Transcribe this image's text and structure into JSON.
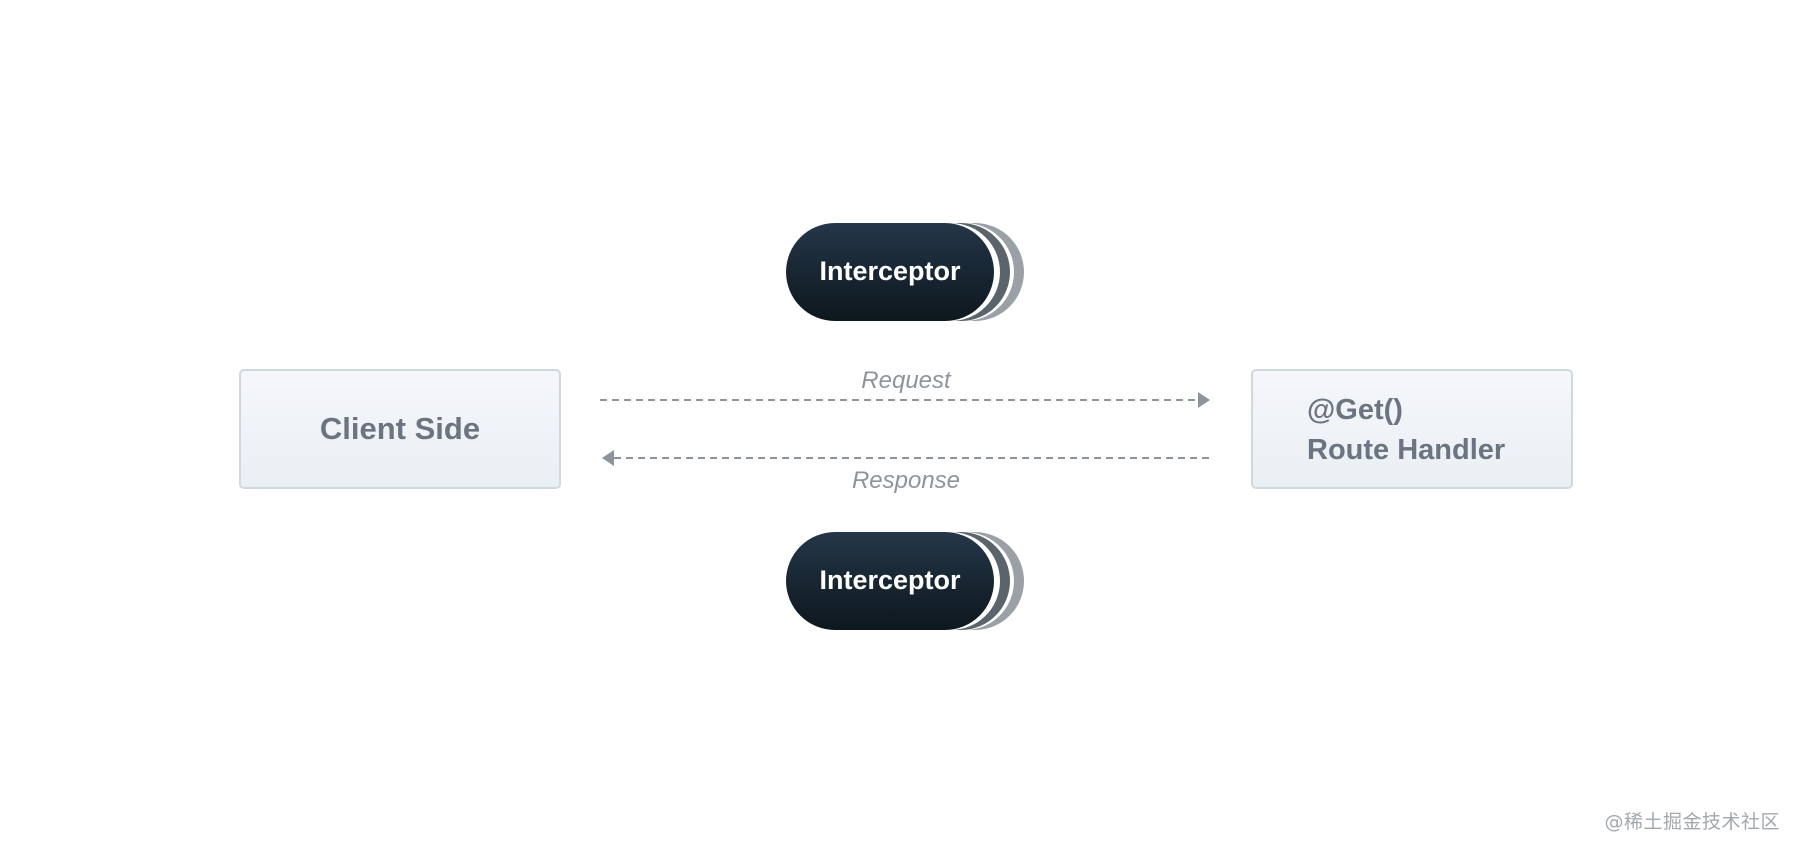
{
  "diagram": {
    "client_box": {
      "label": "Client Side"
    },
    "handler_box": {
      "line1": "@Get()",
      "line2": "Route Handler"
    },
    "request_arrow": {
      "label": "Request"
    },
    "response_arrow": {
      "label": "Response"
    },
    "interceptor_top": {
      "label": "Interceptor"
    },
    "interceptor_bottom": {
      "label": "Interceptor"
    }
  },
  "watermark": {
    "text": "@稀土掘金技术社区"
  },
  "colors": {
    "box_fill_top": "#f5f7fa",
    "box_fill_bottom": "#eaeff4",
    "box_border": "#cfd8e0",
    "box_text": "#6b7480",
    "pill_dark_top": "#243648",
    "pill_dark_bottom": "#0f1a22",
    "pill_shadow_1": "#5b636b",
    "pill_shadow_2": "#9aa0a6",
    "arrow": "#8e949b"
  }
}
